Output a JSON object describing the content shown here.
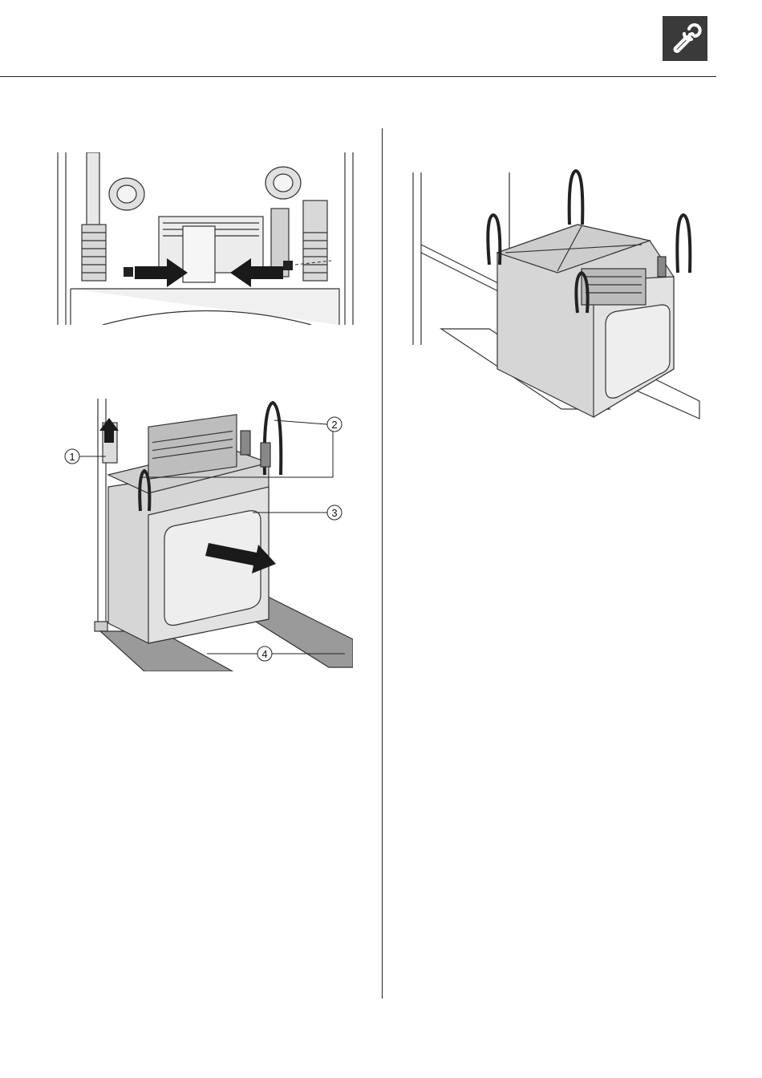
{
  "header": {
    "section_icon": "wrench-icon",
    "badge_color": "#3a3a3a"
  },
  "figures": [
    {
      "name": "disconnect-couplings-figure"
    },
    {
      "name": "pull-out-module-figure",
      "callouts": [
        "1",
        "2",
        "3",
        "4"
      ]
    },
    {
      "name": "module-on-rails-figure"
    }
  ]
}
